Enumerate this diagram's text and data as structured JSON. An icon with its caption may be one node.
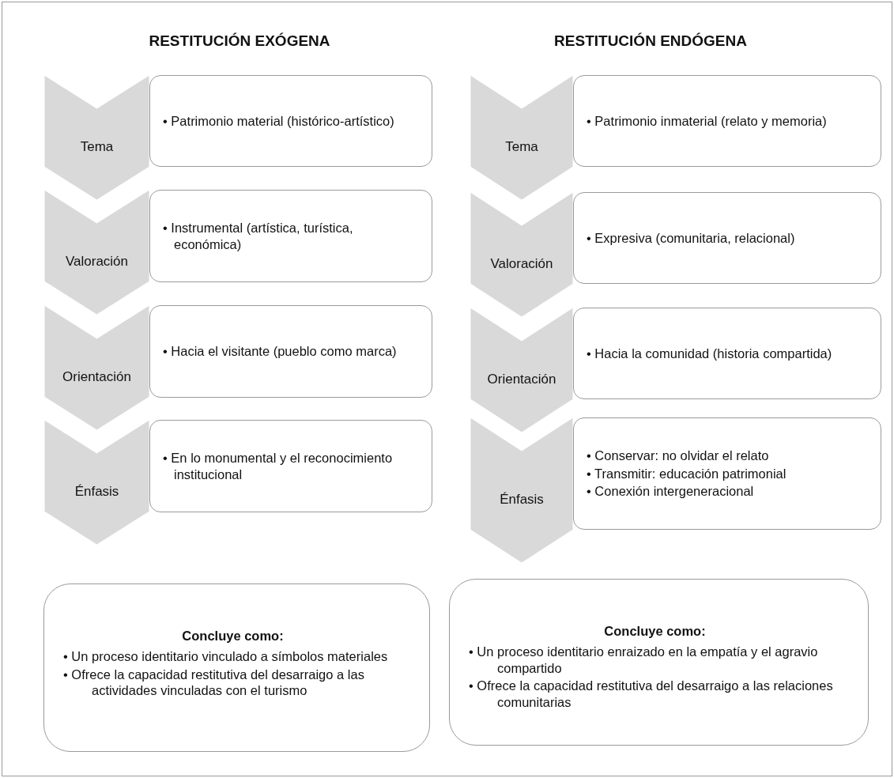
{
  "diagram": {
    "nodes": [
      {
        "text": [
          "Tema"
        ]
      },
      {
        "text": [
          "• Patrimonio material (histórico-artístico)"
        ]
      },
      {
        "text": [
          "Valoración"
        ]
      },
      {
        "text": [
          "• Instrumental (artística, turística, económica)"
        ]
      },
      {
        "text": [
          "Orientación"
        ]
      },
      {
        "text": [
          "• Hacia el visitante (pueblo como marca)"
        ]
      },
      {
        "text": [
          "Énfasis"
        ]
      },
      {
        "text": [
          "• En lo monumental y el reconocimiento institucional"
        ]
      },
      {
        "text": [
          "Concluye como:",
          "•  Un proceso identitario vinculado a símbolos materiales",
          "•  Ofrece la capacidad restitutiva del desarraigo a las actividades vinculadas con el turismo"
        ]
      },
      {
        "text": [
          "Tema"
        ]
      },
      {
        "text": [
          "• Patrimonio inmaterial (relato y memoria)"
        ]
      },
      {
        "text": [
          "Valoración"
        ]
      },
      {
        "text": [
          "• Expresiva (comunitaria, relacional)"
        ]
      },
      {
        "text": [
          "Orientación"
        ]
      },
      {
        "text": [
          "• Hacia la comunidad (historia compartida)"
        ]
      },
      {
        "text": [
          "Énfasis"
        ]
      },
      {
        "text": [
          "• Conservar: no olvidar el relato",
          "• Transmitir: educación patrimonial",
          "• Conexión intergeneracional"
        ]
      },
      {
        "text": [
          "Concluye como:",
          "•  Un proceso identitario enraizado en la empatía y el agravio compartido",
          "•  Ofrece la capacidad restitutiva del desarraigo a las relaciones comunitarias"
        ]
      }
    ],
    "labels": [
      "RESTITUCIÓN EXÓGENA",
      "RESTITUCIÓN ENDÓGENA"
    ]
  }
}
